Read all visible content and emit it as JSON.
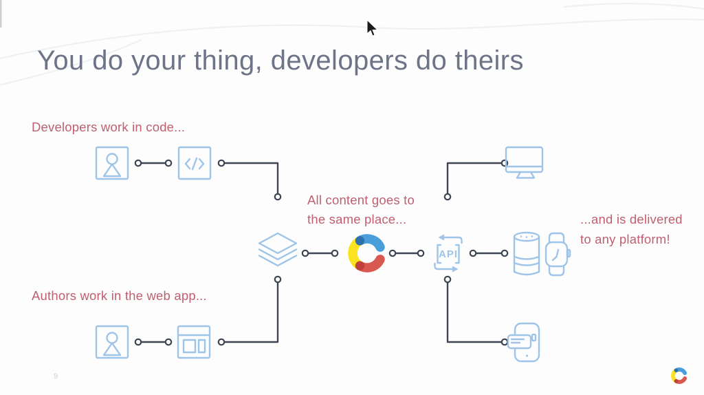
{
  "slide": {
    "title": "You do your thing, developers do theirs",
    "page_number": "9",
    "labels": {
      "developers": "Developers work in code...",
      "authors": "Authors work in the web app...",
      "center": [
        "All content goes to",
        "the same place..."
      ],
      "delivery": [
        "...and is delivered",
        "to any platform!"
      ]
    },
    "api_label": "API",
    "icons": [
      "developer-avatar-icon",
      "code-icon",
      "content-stack-icon",
      "contentful-logo",
      "api-icon",
      "desktop-monitor-icon",
      "smart-speaker-icon",
      "smartwatch-icon",
      "phone-chat-icon",
      "author-avatar-icon",
      "web-app-icon",
      "mouse-cursor",
      "contentful-logo-small"
    ],
    "colors": {
      "background": "#fdfdfd",
      "title_text": "#6e7487",
      "accent_text": "#bf5f6f",
      "icon_stroke": "#9ec4e8",
      "connector": "#3d4553",
      "logo_blue": "#4a9ed9",
      "logo_yellow": "#fbe41f",
      "logo_red": "#d95950",
      "logo_dark_blue": "#2f71ae",
      "logo_dark_red": "#bf413d"
    }
  }
}
